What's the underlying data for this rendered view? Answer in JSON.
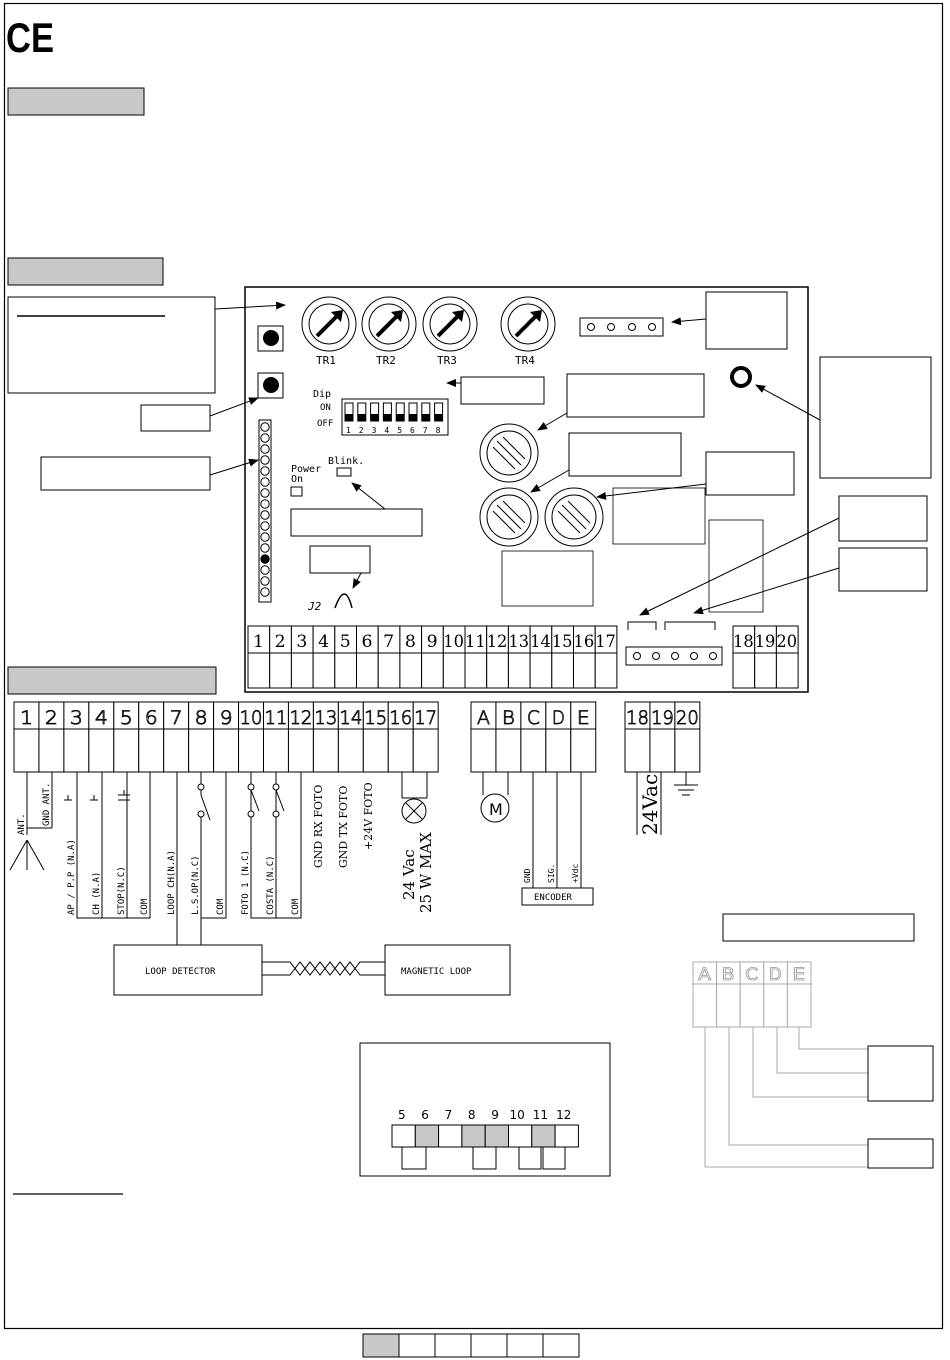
{
  "logo": {
    "mark": "CE"
  },
  "board": {
    "trimmers": [
      "TR1",
      "TR2",
      "TR3",
      "TR4"
    ],
    "dip": {
      "title": "Dip",
      "on": "ON",
      "off": "OFF",
      "numbers": [
        "1",
        "2",
        "3",
        "4",
        "5",
        "6",
        "7",
        "8"
      ]
    },
    "blink_label": "Blink.",
    "power_label": "Power",
    "power_on_label": "On",
    "jumper_label": "J2",
    "terminals_main": [
      "1",
      "2",
      "3",
      "4",
      "5",
      "6",
      "7",
      "8",
      "9",
      "10",
      "11",
      "12",
      "13",
      "14",
      "15",
      "16",
      "17"
    ],
    "terminals_power": [
      "18",
      "19",
      "20"
    ]
  },
  "wiring": {
    "terminals_main": [
      "1",
      "2",
      "3",
      "4",
      "5",
      "6",
      "7",
      "8",
      "9",
      "10",
      "11",
      "12",
      "13",
      "14",
      "15",
      "16",
      "17"
    ],
    "terminals_encoder": [
      "A",
      "B",
      "C",
      "D",
      "E"
    ],
    "terminals_power": [
      "18",
      "19",
      "20"
    ],
    "labels": {
      "ant": "ANT.",
      "gnd_ant": "GND ANT.",
      "ap_pp": "AP / P.P (N.A)",
      "ch": "CH (N.A)",
      "stop": "STOP(N.C)",
      "com1": "COM",
      "loop_ch": "LOOP CH(N.A)",
      "lsop": "L.S.OP(N.C)",
      "com2": "COM",
      "foto1": "FOTO 1 (N.C)",
      "costa": "COSTA (N.C)",
      "com3": "COM",
      "gnd_rx": "GND RX FOTO",
      "gnd_tx": "GND TX FOTO",
      "plus24_foto": "+24V FOTO",
      "lamp_line1": "24 Vac",
      "lamp_line2": "25 W MAX",
      "motor": "M",
      "enc_gnd": "GND",
      "enc_sig": "SIG.",
      "enc_vdc": "+Vdc",
      "encoder": "ENCODER",
      "supply": "24Vac",
      "loop_detector": "LOOP DETECTOR",
      "magnetic_loop": "MAGNETIC LOOP"
    }
  },
  "connector_detail": {
    "numbers": [
      "5",
      "6",
      "7",
      "8",
      "9",
      "10",
      "11",
      "12"
    ]
  },
  "encoder_detail": {
    "terminals": [
      "A",
      "B",
      "C",
      "D",
      "E"
    ]
  }
}
